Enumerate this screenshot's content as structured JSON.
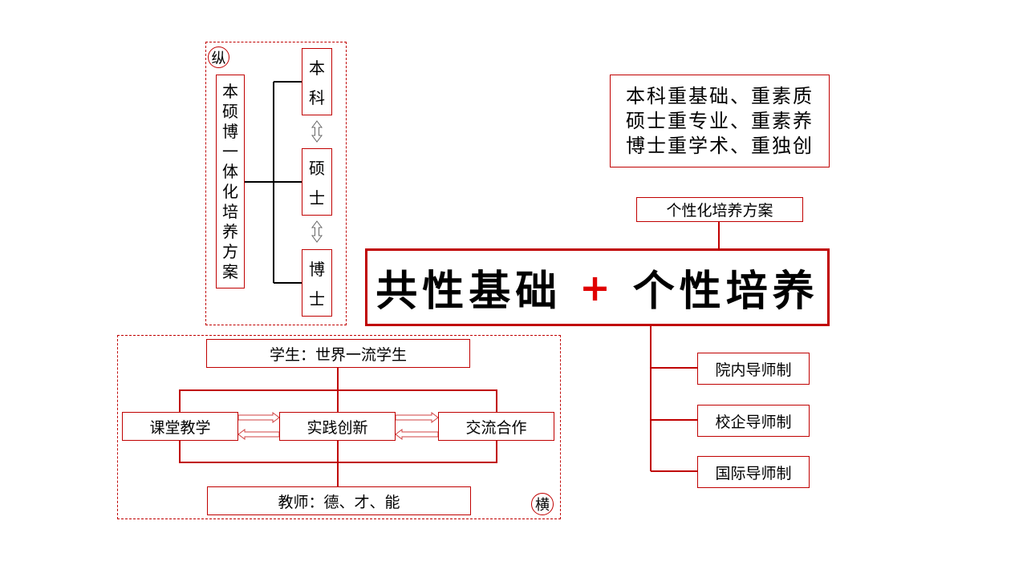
{
  "vertical_section": {
    "marker": "纵",
    "integrated_plan": [
      "本",
      "硕",
      "博",
      "一",
      "体",
      "化",
      "培",
      "养",
      "方",
      "案"
    ],
    "stages": [
      [
        "本",
        "科"
      ],
      [
        "硕",
        "士"
      ],
      [
        "博",
        "士"
      ]
    ]
  },
  "horizontal_section": {
    "marker": "横",
    "student": "学生：世界一流学生",
    "teacher": "教师：德、才、能",
    "pillars": [
      "课堂教学",
      "实践创新",
      "交流合作"
    ]
  },
  "principles": [
    "本科重基础、重素质",
    "硕士重专业、重素养",
    "博士重学术、重独创"
  ],
  "personalized_plan": "个性化培养方案",
  "headline": {
    "left": "共性基础",
    "plus": "+",
    "right": "个性培养"
  },
  "mentor_systems": [
    "院内导师制",
    "校企导师制",
    "国际导师制"
  ],
  "colors": {
    "accent": "#c00000",
    "plus": "#e00000"
  }
}
